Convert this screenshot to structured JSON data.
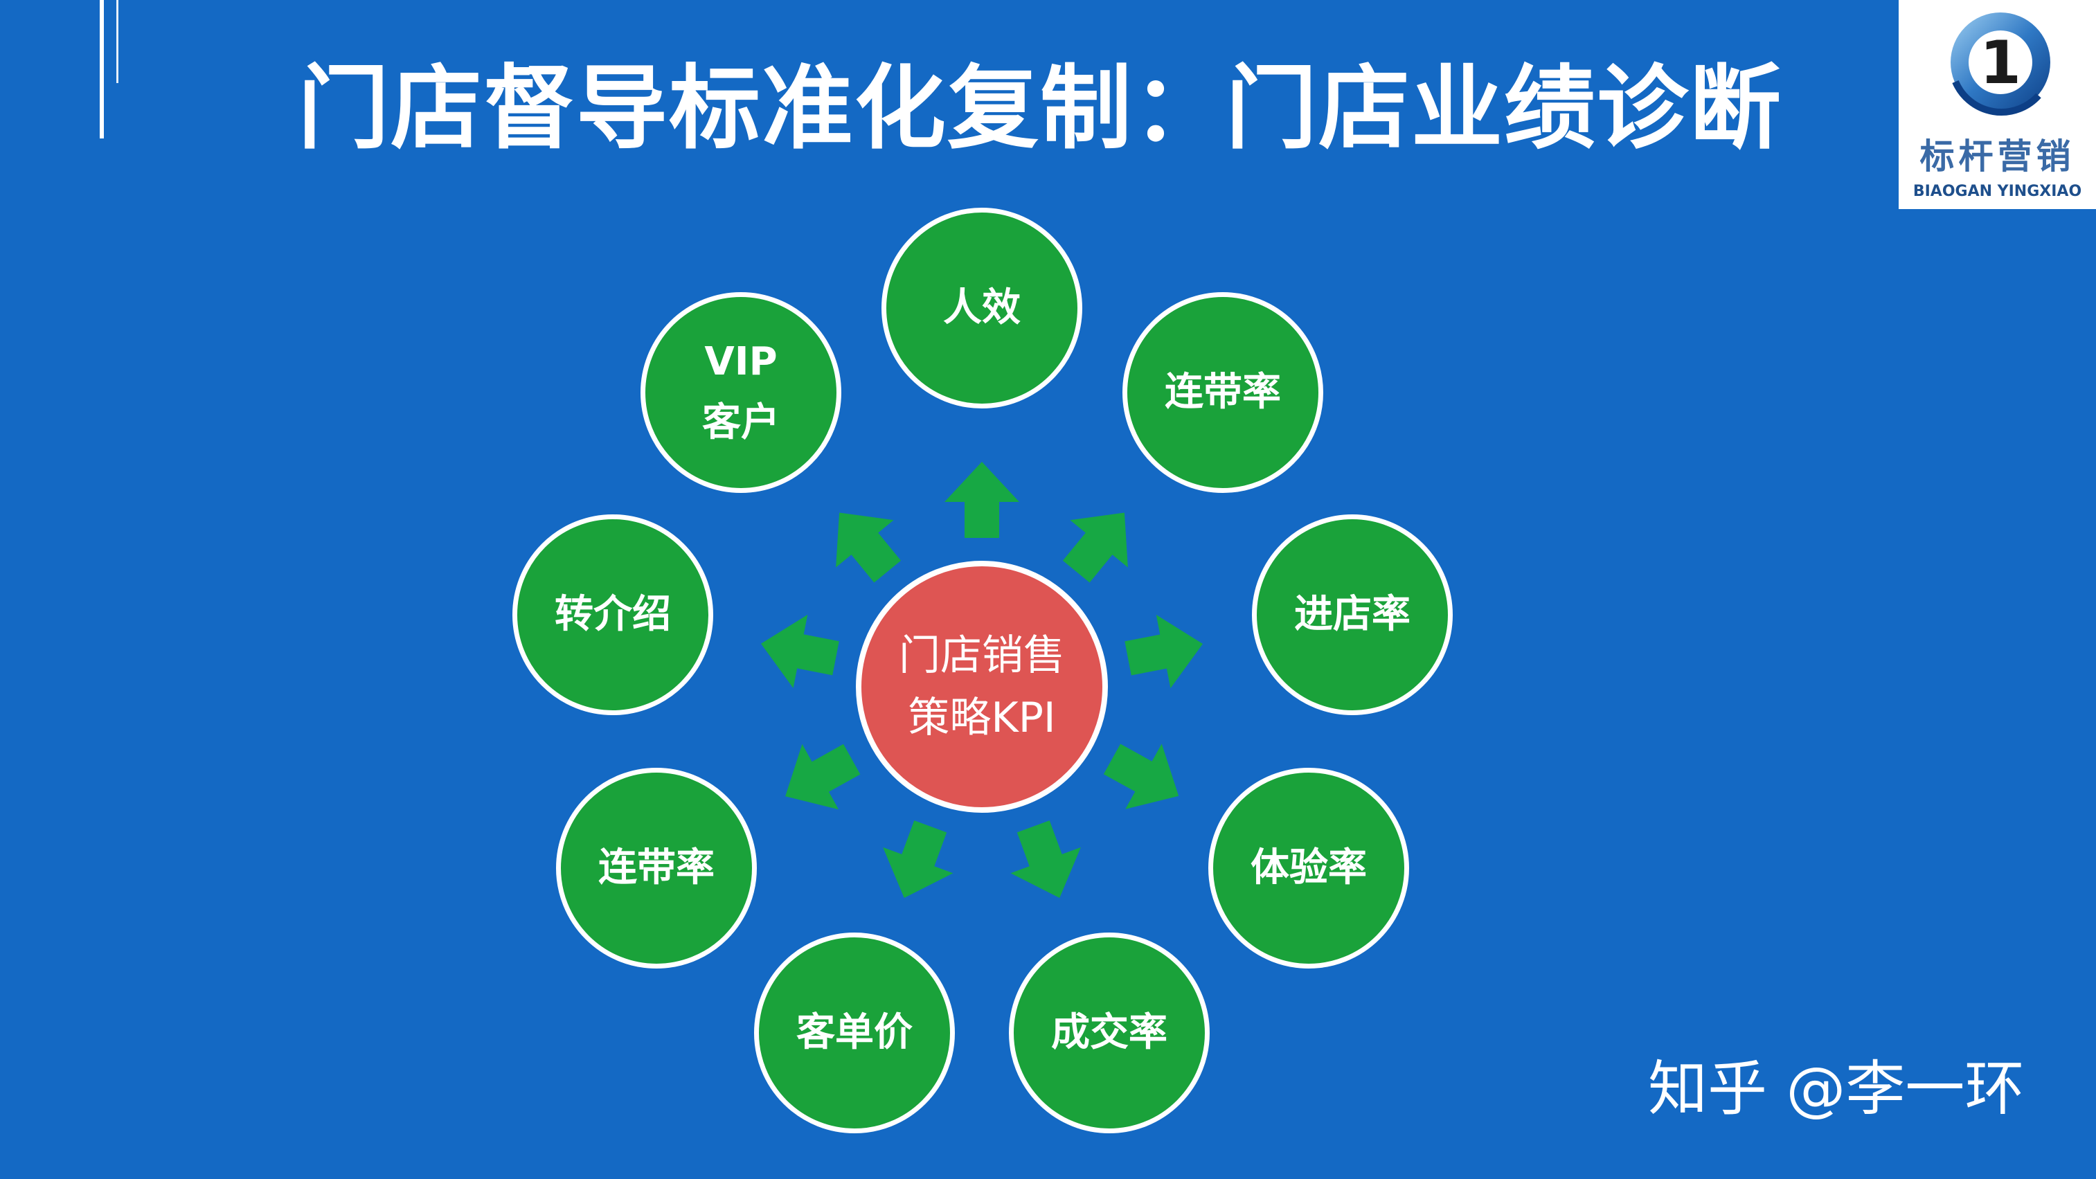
{
  "title": "门店督导标准化复制：门店业绩诊断",
  "logo": {
    "numeral": "1",
    "name_cn": "标杆营销",
    "name_en": "BIAOGAN YINGXIAO"
  },
  "diagram": {
    "center": "门店销售策略KPI",
    "nodes": [
      "人效",
      "连带率",
      "进店率",
      "体验率",
      "成交率",
      "客单价",
      "连带率",
      "转介绍",
      "VIP客户"
    ]
  },
  "watermark": "知乎 @李一环",
  "colors": {
    "background": "#1469c4",
    "node_fill": "#1aa23a",
    "center_fill": "#de5553",
    "arrow": "#17a844"
  }
}
